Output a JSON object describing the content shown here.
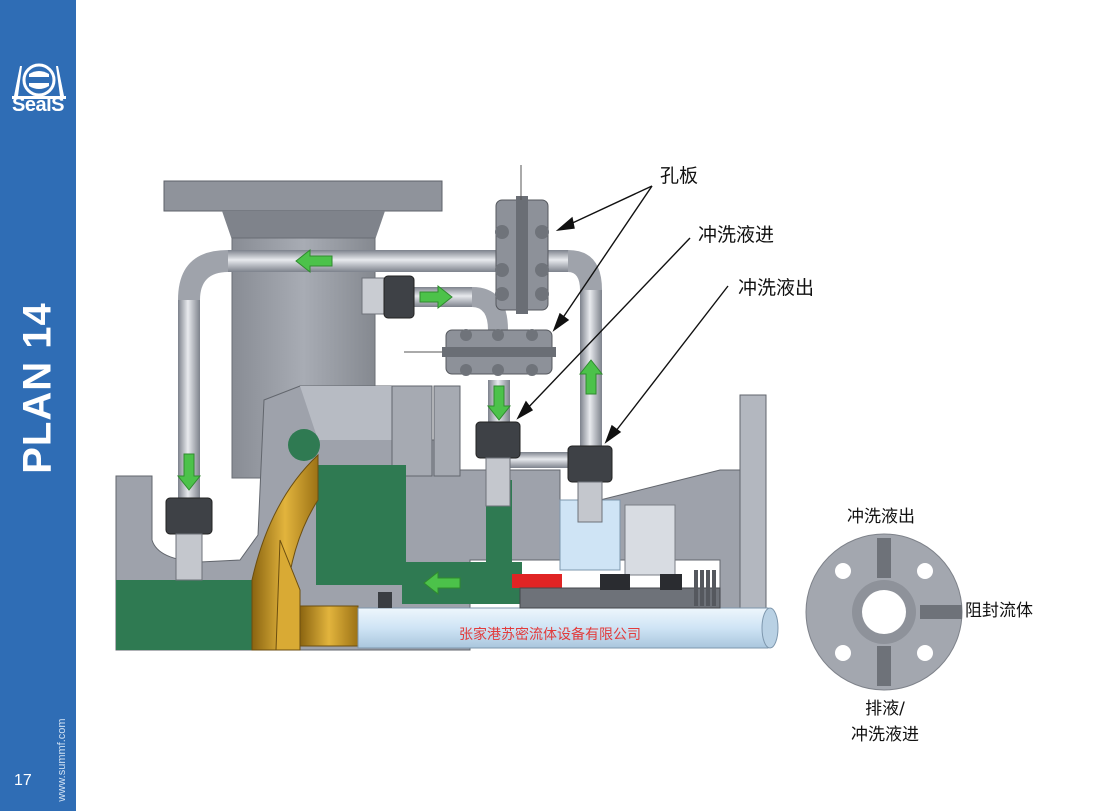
{
  "sidebar": {
    "logo_text": "SealS",
    "plan_title": "PLAN 14",
    "url": "www.summf.com",
    "page_number": "17",
    "color": "#2f6db5"
  },
  "diagram": {
    "callouts": {
      "orifice": "孔板",
      "flush_in": "冲洗液进",
      "flush_out": "冲洗液出"
    },
    "company": "张家港苏密流体设备有限公司",
    "flange": {
      "top": "冲洗液出",
      "right": "阻封流体",
      "bottom_line1": "排液/",
      "bottom_line2": "冲洗液进"
    },
    "colors": {
      "pipe": "#b4b8c2",
      "casing": "#9ea2ab",
      "fluid_green": "#2f7a52",
      "arrow_green": "#4cc24a",
      "impeller_gold": "#c9951f",
      "shaft_blue": "#cfe4f5"
    },
    "icons": [
      "seals-logo-icon",
      "flow-arrow-icon"
    ]
  }
}
